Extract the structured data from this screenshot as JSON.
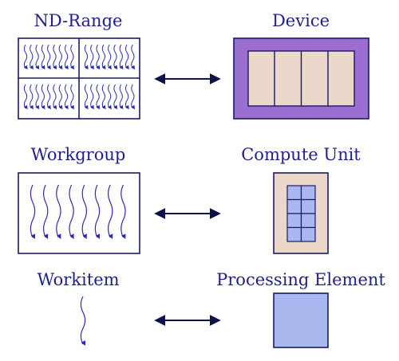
{
  "diagram": {
    "labels": {
      "nd_range": "ND-Range",
      "device": "Device",
      "workgroup": "Workgroup",
      "compute_unit": "Compute Unit",
      "workitem": "Workitem",
      "processing_element": "Processing Element"
    },
    "colors": {
      "text": "#1f1f8f",
      "stroke": "#1a1a66",
      "wavy": "#2b2bb8",
      "device_fill": "#9b6fcf",
      "cell_fill": "#ecd8cb",
      "pe_fill": "#a9b8ef",
      "arrow": "#10104a"
    }
  }
}
